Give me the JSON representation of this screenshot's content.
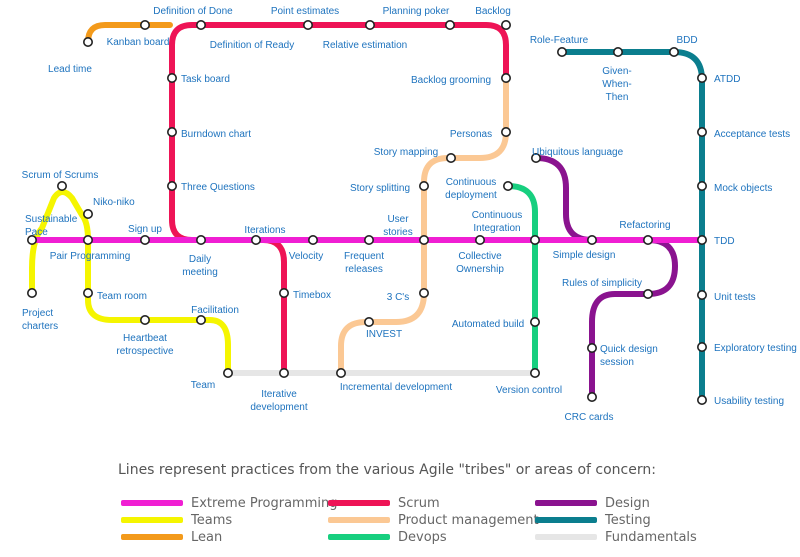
{
  "caption": "Lines represent practices from the various Agile \"tribes\" or areas of concern:",
  "colors": {
    "xp": "#f01fd3",
    "teams": "#f5f500",
    "lean": "#f39a1b",
    "scrum": "#ee1456",
    "product": "#fbc894",
    "devops": "#17cf7f",
    "design": "#8a138f",
    "testing": "#0b7e8e",
    "fundamentals": "#e6e6e6"
  },
  "legend": [
    {
      "key": "xp",
      "label": "Extreme Programming"
    },
    {
      "key": "teams",
      "label": "Teams"
    },
    {
      "key": "lean",
      "label": "Lean"
    },
    {
      "key": "scrum",
      "label": "Scrum"
    },
    {
      "key": "product",
      "label": "Product management"
    },
    {
      "key": "devops",
      "label": "Devops"
    },
    {
      "key": "design",
      "label": "Design"
    },
    {
      "key": "testing",
      "label": "Testing"
    },
    {
      "key": "fundamentals",
      "label": "Fundamentals"
    }
  ],
  "stations": [
    {
      "id": "lead-time",
      "lines": [
        "Lead time"
      ]
    },
    {
      "id": "kanban-board",
      "lines": [
        "Kanban board"
      ]
    },
    {
      "id": "definition-of-done",
      "lines": [
        "Definition of Done"
      ]
    },
    {
      "id": "definition-of-ready",
      "lines": [
        "Definition of Ready"
      ]
    },
    {
      "id": "point-estimates",
      "lines": [
        "Point estimates"
      ]
    },
    {
      "id": "relative-estimation",
      "lines": [
        "Relative estimation"
      ]
    },
    {
      "id": "planning-poker",
      "lines": [
        "Planning poker"
      ]
    },
    {
      "id": "backlog",
      "lines": [
        "Backlog"
      ]
    },
    {
      "id": "backlog-grooming",
      "lines": [
        "Backlog grooming"
      ]
    },
    {
      "id": "personas",
      "lines": [
        "Personas"
      ]
    },
    {
      "id": "story-mapping",
      "lines": [
        "Story mapping"
      ]
    },
    {
      "id": "story-splitting",
      "lines": [
        "Story splitting"
      ]
    },
    {
      "id": "task-board",
      "lines": [
        "Task board"
      ]
    },
    {
      "id": "burndown-chart",
      "lines": [
        "Burndown chart"
      ]
    },
    {
      "id": "three-questions",
      "lines": [
        "Three Questions"
      ]
    },
    {
      "id": "scrum-of-scrums",
      "lines": [
        "Scrum of Scrums"
      ]
    },
    {
      "id": "niko-niko",
      "lines": [
        "Niko-niko"
      ]
    },
    {
      "id": "sustainable-pace",
      "lines": [
        "Sustainable",
        "Pace"
      ]
    },
    {
      "id": "pair-programming",
      "lines": [
        "Pair Programming"
      ]
    },
    {
      "id": "sign-up",
      "lines": [
        "Sign up"
      ]
    },
    {
      "id": "daily-meeting",
      "lines": [
        "Daily",
        "meeting"
      ]
    },
    {
      "id": "iterations",
      "lines": [
        "Iterations"
      ]
    },
    {
      "id": "velocity",
      "lines": [
        "Velocity"
      ]
    },
    {
      "id": "frequent-releases",
      "lines": [
        "Frequent",
        "releases"
      ]
    },
    {
      "id": "user-stories",
      "lines": [
        "User",
        "stories"
      ]
    },
    {
      "id": "collective-ownership",
      "lines": [
        "Collective",
        "Ownership"
      ]
    },
    {
      "id": "continuous-integration",
      "lines": [
        "Continuous",
        "Integration"
      ]
    },
    {
      "id": "continuous-deployment",
      "lines": [
        "Continuous",
        "deployment"
      ]
    },
    {
      "id": "simple-design",
      "lines": [
        "Simple design"
      ]
    },
    {
      "id": "refactoring",
      "lines": [
        "Refactoring"
      ]
    },
    {
      "id": "tdd",
      "lines": [
        "TDD"
      ]
    },
    {
      "id": "ubiquitous-language",
      "lines": [
        "Ubiquitous language"
      ]
    },
    {
      "id": "rules-of-simplicity",
      "lines": [
        "Rules of simplicity"
      ]
    },
    {
      "id": "quick-design-session",
      "lines": [
        "Quick design",
        "session"
      ]
    },
    {
      "id": "crc-cards",
      "lines": [
        "CRC cards"
      ]
    },
    {
      "id": "project-charters",
      "lines": [
        "Project",
        "charters"
      ]
    },
    {
      "id": "team-room",
      "lines": [
        "Team room"
      ]
    },
    {
      "id": "heartbeat-retrospective",
      "lines": [
        "Heartbeat",
        "retrospective"
      ]
    },
    {
      "id": "facilitation",
      "lines": [
        "Facilitation"
      ]
    },
    {
      "id": "team",
      "lines": [
        "Team"
      ]
    },
    {
      "id": "timebox",
      "lines": [
        "Timebox"
      ]
    },
    {
      "id": "iterative-development",
      "lines": [
        "Iterative",
        "development"
      ]
    },
    {
      "id": "three-cs",
      "lines": [
        "3 C's"
      ]
    },
    {
      "id": "invest",
      "lines": [
        "INVEST"
      ]
    },
    {
      "id": "incremental-development",
      "lines": [
        "Incremental development"
      ]
    },
    {
      "id": "automated-build",
      "lines": [
        "Automated build"
      ]
    },
    {
      "id": "version-control",
      "lines": [
        "Version control"
      ]
    },
    {
      "id": "role-feature",
      "lines": [
        "Role-Feature"
      ]
    },
    {
      "id": "given-when-then",
      "lines": [
        "Given-",
        "When-",
        "Then"
      ]
    },
    {
      "id": "bdd",
      "lines": [
        "BDD"
      ]
    },
    {
      "id": "atdd",
      "lines": [
        "ATDD"
      ]
    },
    {
      "id": "acceptance-tests",
      "lines": [
        "Acceptance tests"
      ]
    },
    {
      "id": "mock-objects",
      "lines": [
        "Mock objects"
      ]
    },
    {
      "id": "unit-tests",
      "lines": [
        "Unit tests"
      ]
    },
    {
      "id": "exploratory-testing",
      "lines": [
        "Exploratory testing"
      ]
    },
    {
      "id": "usability-testing",
      "lines": [
        "Usability testing"
      ]
    }
  ]
}
